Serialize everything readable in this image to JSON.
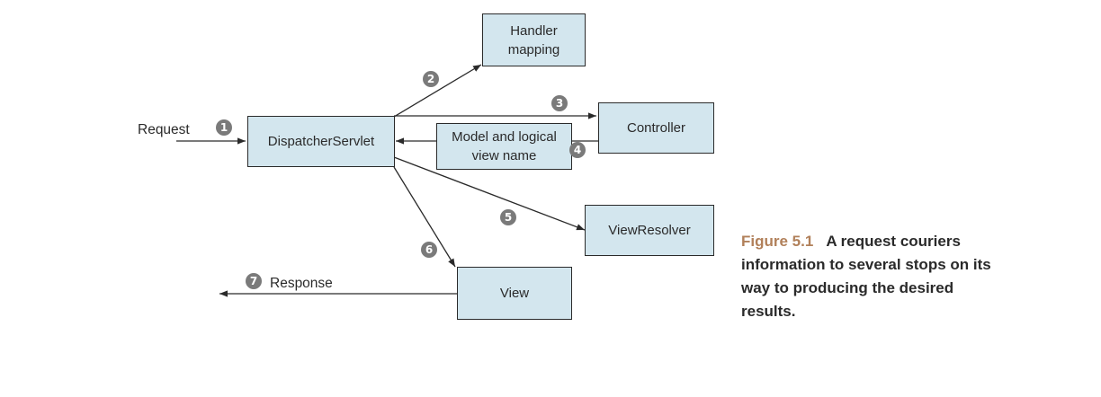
{
  "boxes": {
    "handler_mapping": "Handler\nmapping",
    "dispatcher": "DispatcherServlet",
    "controller": "Controller",
    "model_view": "Model and logical\nview name",
    "view_resolver": "ViewResolver",
    "view": "View"
  },
  "labels": {
    "request": "Request",
    "response": "Response"
  },
  "steps": [
    "1",
    "2",
    "3",
    "4",
    "5",
    "6",
    "7"
  ],
  "caption": {
    "figure": "Figure 5.1",
    "text": "A request couriers information to several stops on its way to producing the desired results."
  },
  "colors": {
    "box_fill": "#d3e6ee",
    "line": "#2a2a2a",
    "step_badge": "#7a7a7a",
    "figure_label": "#b1805a"
  }
}
